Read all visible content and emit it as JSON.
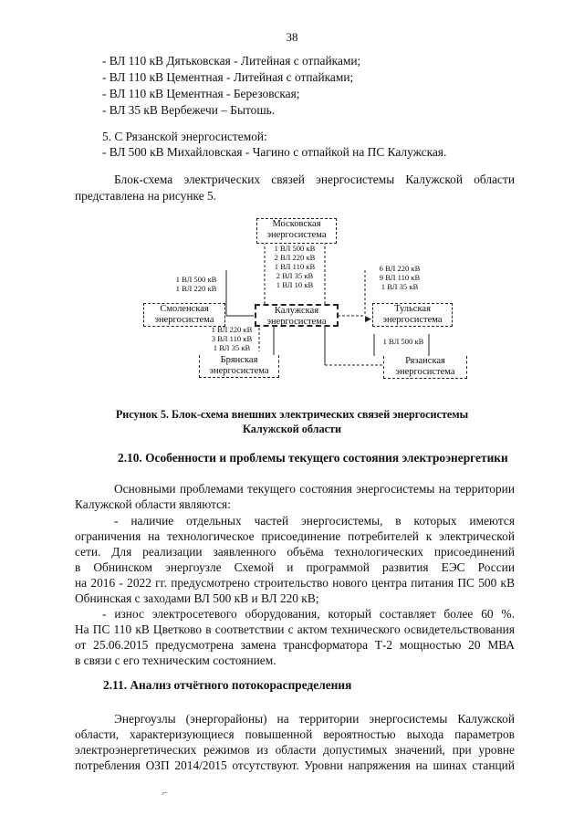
{
  "page_number": "38",
  "list_top": [
    "- ВЛ 110 кВ Дятьковская - Литейная с отпайками;",
    "- ВЛ 110 кВ Цементная - Литейная с отпайками;",
    "- ВЛ 110 кВ Цементная - Березовская;",
    "- ВЛ 35 кВ Вербежечи – Бытошь."
  ],
  "section5": {
    "title": "5. С Рязанской энергосистемой:",
    "item": "- ВЛ 500 кВ Михайловская - Чагино с отпайкой на ПС Калужская."
  },
  "intro": [
    "Блок-схема электрических связей энергосистемы Калужской области",
    "представлена на рисунке 5."
  ],
  "diagram": {
    "nodes": {
      "moscow": [
        "Московская",
        "энергосистема"
      ],
      "smolensk": [
        "Смоленская",
        "энергосистема"
      ],
      "kaluga": [
        "Калужская",
        "энергосистема"
      ],
      "tula": [
        "Тульская",
        "энергосистема"
      ],
      "bryansk": [
        "Брянская",
        "энергосистема"
      ],
      "ryazan": [
        "Рязанская",
        "энергосистема"
      ]
    },
    "links": {
      "moscow": [
        "1 ВЛ 500 кВ",
        "2 ВЛ 220 кВ",
        "1 ВЛ 110 кВ",
        "2 ВЛ 35 кВ",
        "1 ВЛ 10 кВ"
      ],
      "smolensk": [
        "1 ВЛ 500 кВ",
        "1 ВЛ 220 кВ"
      ],
      "tula": [
        "6 ВЛ 220 кВ",
        "9 ВЛ 110 кВ",
        "1 ВЛ 35 кВ"
      ],
      "bryansk": [
        "1 ВЛ 220 кВ",
        "3 ВЛ 110 кВ",
        "1 ВЛ 35 кВ"
      ],
      "ryazan": [
        "1 ВЛ 500 кВ"
      ]
    }
  },
  "caption": [
    "Рисунок 5. Блок-схема внешних электрических связей энергосистемы",
    "Калужской области"
  ],
  "section_2_10": {
    "heading": "2.10. Особенности и проблемы текущего состояния электроэнергетики",
    "lines": [
      "Основными проблемами текущего состояния энергосистемы на территории",
      "Калужской области являются:",
      "- наличие отдельных частей энергосистемы, в которых имеются",
      "ограничения на технологическое присоединение потребителей к электрической",
      "сети. Для реализации заявленного объёма технологических присоединений",
      "в Обнинском энергоузле Схемой и программой развития ЕЭС России",
      "на 2016 - 2022 гг. предусмотрено строительство нового центра питания ПС 500 кВ",
      "Обнинская с заходами ВЛ 500 кВ и ВЛ 220 кВ;",
      "- износ электросетевого оборудования, который составляет более 60 %.",
      "На ПС 110 кВ Цветково в соответствии с актом технического освидетельствования",
      "от 25.06.2015 предусмотрена замена трансформатора Т-2 мощностью 20 МВА",
      "в связи с его техническим состоянием."
    ]
  },
  "section_2_11": {
    "heading": "2.11. Анализ отчётного потокораспределения",
    "lines": [
      "Энергоузлы (энергорайоны) на территории энергосистемы Калужской",
      "области, характеризующиеся повышенной вероятностью выхода параметров",
      "электроэнергетических режимов из области допустимых значений, при уровне",
      "потребления ОЗП 2014/2015 отсутствуют. Уровни напряжения на шинах станций"
    ]
  }
}
